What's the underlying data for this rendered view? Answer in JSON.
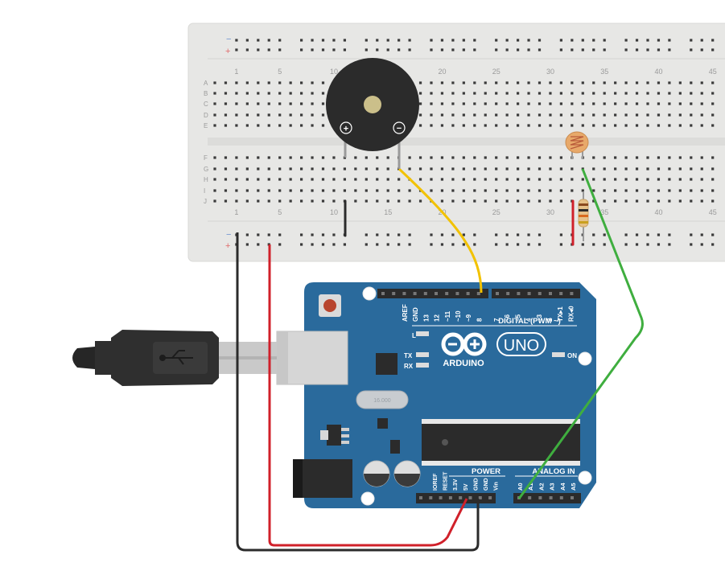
{
  "breadboard": {
    "rail_minus": "−",
    "rail_plus": "+",
    "row_letters_top": [
      "A",
      "B",
      "C",
      "D",
      "E"
    ],
    "row_letters_bottom": [
      "F",
      "G",
      "H",
      "I",
      "J"
    ],
    "column_numbers": [
      "1",
      "5",
      "10",
      "15",
      "20",
      "25",
      "30",
      "35",
      "40",
      "45"
    ]
  },
  "buzzer": {
    "plus_label": "+",
    "minus_label": "−"
  },
  "arduino": {
    "digital_pins": [
      "AREF",
      "GND",
      "13",
      "12",
      "~11",
      "~10",
      "~9",
      "8",
      "7",
      "~6",
      "~5",
      "4",
      "~3",
      "2",
      "TX▸1",
      "RX◂0"
    ],
    "digital_label": "DIGITAL (PWM ~)",
    "led_l": "L",
    "led_tx": "TX",
    "led_rx": "RX",
    "led_on": "ON",
    "brand": "ARDUINO",
    "model": "UNO",
    "power_label": "POWER",
    "analog_label": "ANALOG IN",
    "power_pins": [
      "IOREF",
      "RESET",
      "3.3V",
      "5V",
      "GND",
      "GND",
      "Vin"
    ],
    "analog_pins": [
      "A0",
      "A1",
      "A2",
      "A3",
      "A4",
      "A5"
    ],
    "crystal_text": "16.000"
  },
  "colors": {
    "board_blue": "#2a6a9c",
    "wire_red": "#d0202a",
    "wire_black": "#2b2b2b",
    "wire_yellow": "#f2c200",
    "wire_green": "#3fae3f",
    "breadboard": "#e8e8e6"
  }
}
